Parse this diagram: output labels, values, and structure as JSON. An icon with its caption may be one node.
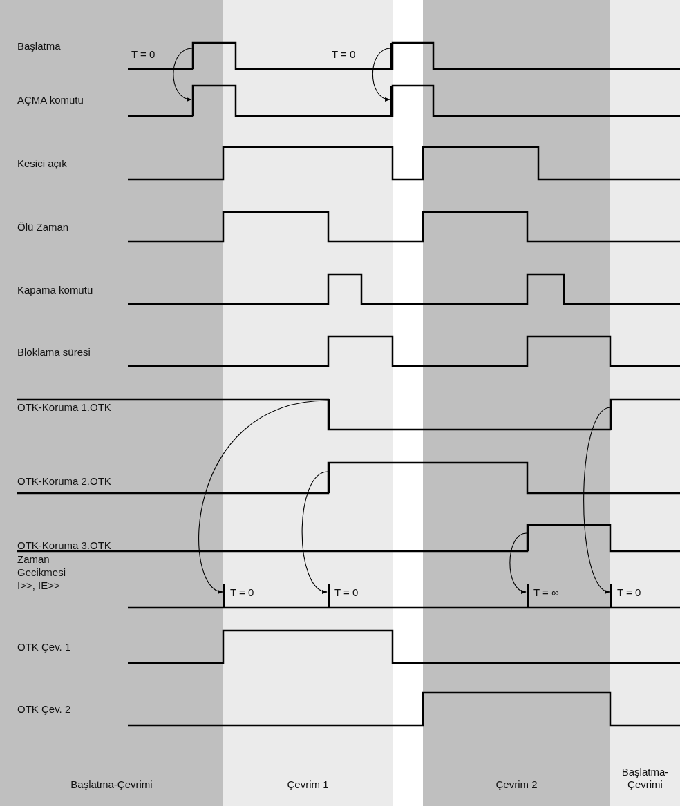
{
  "diagram": {
    "nodes": [
      {
        "text": [
          "Başlatma-Çevrimi"
        ]
      },
      {
        "text": [
          "Çevrim 1"
        ]
      },
      {
        "text": [
          "Çevrim 2"
        ]
      },
      {
        "text": [
          "Başlatma-Çevrimi"
        ]
      },
      {
        "text": [],
        "shape": "bar",
        "in": 0
      },
      {
        "text": [],
        "shape": "bar",
        "in": 1
      },
      {
        "text": [],
        "shape": "bar",
        "in": 0
      },
      {
        "text": [],
        "shape": "bar",
        "in": 1
      },
      {
        "text": [],
        "shape": "bar",
        "in": 1
      },
      {
        "text": [],
        "shape": "bar",
        "in": 3
      },
      {
        "text": [],
        "shape": "bar",
        "in": 1
      },
      {
        "text": [],
        "shape": "bar",
        "in": 2
      },
      {
        "text": [],
        "shape": "bar",
        "in": 1,
        "beside": [
          "T = 0"
        ]
      },
      {
        "text": [],
        "shape": "bar",
        "in": 1,
        "beside": [
          "T = 0"
        ]
      },
      {
        "text": [],
        "shape": "bar",
        "in": 2,
        "beside": [
          "T = ∞"
        ]
      },
      {
        "text": [],
        "shape": "bar",
        "in": 3,
        "beside": [
          "T = 0"
        ]
      }
    ],
    "edges": [
      {
        "from": 4,
        "to": 6,
        "arrow": "to",
        "label": "T = 0"
      },
      {
        "from": 5,
        "to": 7,
        "arrow": "to",
        "label": "T = 0"
      },
      {
        "from": 8,
        "to": 12,
        "arrow": "to"
      },
      {
        "from": 10,
        "to": 13,
        "arrow": "to"
      },
      {
        "from": 11,
        "to": 14,
        "arrow": "to"
      },
      {
        "from": 9,
        "to": 15,
        "arrow": "to"
      }
    ],
    "labels": [
      "Başlatma",
      "AÇMA komutu",
      "Kesici açık",
      "Ölü Zaman",
      "Kapama komutu",
      "Bloklama süresi",
      "OTK-Koruma 1.OTK",
      "OTK-Koruma 2.OTK",
      "OTK-Koruma 3.OTK",
      "Zaman Gecikmesi I>>, IE>>",
      "OTK Çev. 1",
      "OTK Çev. 2"
    ]
  }
}
